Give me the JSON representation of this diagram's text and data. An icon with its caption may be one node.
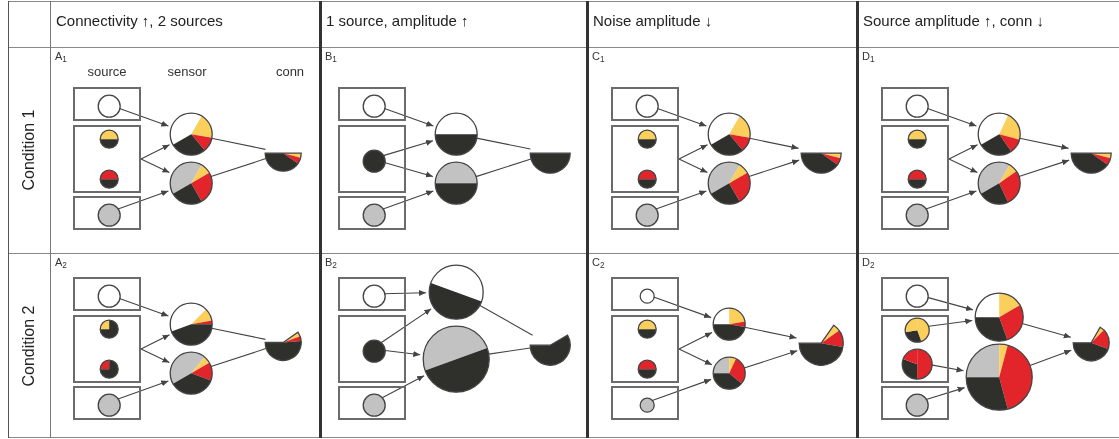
{
  "diagram": {
    "nodes": [
      {
        "text": [
          "A$_{1}$"
        ]
      },
      {
        "text": [],
        "shape": "box",
        "in": 0
      },
      {
        "text": [],
        "shape": "circle",
        "in": 1
      },
      {
        "text": [],
        "shape": "box",
        "in": 0
      },
      {
        "text": [],
        "shape": "circle",
        "in": 3
      },
      {
        "text": [],
        "shape": "circle",
        "in": 3
      },
      {
        "text": [],
        "shape": "box",
        "in": 0
      },
      {
        "text": [],
        "shape": "circle",
        "in": 6
      },
      {
        "text": [],
        "shape": "circle",
        "in": 0
      },
      {
        "text": [],
        "shape": "circle",
        "in": 0
      },
      {
        "text": [],
        "shape": "semicircle",
        "in": 0
      },
      {
        "text": [
          "B$_{1}$"
        ]
      },
      {
        "text": [],
        "shape": "box",
        "in": 11
      },
      {
        "text": [],
        "shape": "circle",
        "in": 12
      },
      {
        "text": [],
        "shape": "box",
        "in": 11
      },
      {
        "text": [],
        "shape": "circle",
        "in": 14
      },
      {
        "text": [],
        "shape": "box",
        "in": 11
      },
      {
        "text": [],
        "shape": "circle",
        "in": 16
      },
      {
        "text": [],
        "shape": "circle",
        "in": 11
      },
      {
        "text": [],
        "shape": "circle",
        "in": 11
      },
      {
        "text": [],
        "shape": "semicircle",
        "in": 11
      },
      {
        "text": [
          "C$_{1}$"
        ]
      },
      {
        "text": [],
        "shape": "box",
        "in": 21
      },
      {
        "text": [],
        "shape": "circle",
        "in": 22
      },
      {
        "text": [],
        "shape": "box",
        "in": 21
      },
      {
        "text": [],
        "shape": "circle",
        "in": 24
      },
      {
        "text": [],
        "shape": "circle",
        "in": 24
      },
      {
        "text": [],
        "shape": "box",
        "in": 21
      },
      {
        "text": [],
        "shape": "circle",
        "in": 27
      },
      {
        "text": [],
        "shape": "circle",
        "in": 21
      },
      {
        "text": [],
        "shape": "circle",
        "in": 21
      },
      {
        "text": [],
        "shape": "semicircle",
        "in": 21
      },
      {
        "text": [
          "D$_{1}$"
        ]
      },
      {
        "text": [],
        "shape": "box",
        "in": 32
      },
      {
        "text": [],
        "shape": "circle",
        "in": 33
      },
      {
        "text": [],
        "shape": "box",
        "in": 32
      },
      {
        "text": [],
        "shape": "circle",
        "in": 35
      },
      {
        "text": [],
        "shape": "circle",
        "in": 35
      },
      {
        "text": [],
        "shape": "box",
        "in": 32
      },
      {
        "text": [],
        "shape": "circle",
        "in": 38
      },
      {
        "text": [],
        "shape": "circle",
        "in": 32
      },
      {
        "text": [],
        "shape": "circle",
        "in": 32
      },
      {
        "text": [],
        "shape": "semicircle",
        "in": 32
      },
      {
        "text": [
          "A$_{2}$"
        ]
      },
      {
        "text": [],
        "shape": "box",
        "in": 43
      },
      {
        "text": [],
        "shape": "circle",
        "in": 44
      },
      {
        "text": [],
        "shape": "box",
        "in": 43
      },
      {
        "text": [],
        "shape": "circle",
        "in": 46
      },
      {
        "text": [],
        "shape": "circle",
        "in": 46
      },
      {
        "text": [],
        "shape": "box",
        "in": 43
      },
      {
        "text": [],
        "shape": "circle",
        "in": 49
      },
      {
        "text": [],
        "shape": "circle",
        "in": 43
      },
      {
        "text": [],
        "shape": "circle",
        "in": 43
      },
      {
        "text": [],
        "shape": "semicircle",
        "in": 43
      },
      {
        "text": [
          "B$_{2}$"
        ]
      },
      {
        "text": [],
        "shape": "box",
        "in": 54
      },
      {
        "text": [],
        "shape": "circle",
        "in": 55
      },
      {
        "text": [],
        "shape": "box",
        "in": 54
      },
      {
        "text": [],
        "shape": "circle",
        "in": 57
      },
      {
        "text": [],
        "shape": "box",
        "in": 54
      },
      {
        "text": [],
        "shape": "circle",
        "in": 59
      },
      {
        "text": [],
        "shape": "circle",
        "in": 54
      },
      {
        "text": [],
        "shape": "circle",
        "in": 54
      },
      {
        "text": [],
        "shape": "semicircle",
        "in": 54
      },
      {
        "text": [
          "C$_{2}$"
        ]
      },
      {
        "text": [],
        "shape": "box",
        "in": 64
      },
      {
        "text": [],
        "shape": "circle",
        "in": 65
      },
      {
        "text": [],
        "shape": "box",
        "in": 64
      },
      {
        "text": [],
        "shape": "circle",
        "in": 67
      },
      {
        "text": [],
        "shape": "circle",
        "in": 67
      },
      {
        "text": [],
        "shape": "box",
        "in": 64
      },
      {
        "text": [],
        "shape": "circle",
        "in": 70
      },
      {
        "text": [],
        "shape": "circle",
        "in": 64
      },
      {
        "text": [],
        "shape": "circle",
        "in": 64
      },
      {
        "text": [],
        "shape": "semicircle",
        "in": 64
      },
      {
        "text": [
          "D$_{2}$"
        ]
      },
      {
        "text": [],
        "shape": "box",
        "in": 75
      },
      {
        "text": [],
        "shape": "circle",
        "in": 76
      },
      {
        "text": [],
        "shape": "box",
        "in": 75
      },
      {
        "text": [],
        "shape": "circle",
        "in": 78
      },
      {
        "text": [],
        "shape": "circle",
        "in": 78
      },
      {
        "text": [],
        "shape": "box",
        "in": 75
      },
      {
        "text": [],
        "shape": "circle",
        "in": 81
      },
      {
        "text": [],
        "shape": "circle",
        "in": 75
      },
      {
        "text": [],
        "shape": "circle",
        "in": 75
      },
      {
        "text": [],
        "shape": "semicircle",
        "in": 75
      }
    ],
    "edges": [
      {
        "from": 2,
        "to": 8,
        "arrow": "to"
      },
      {
        "from": 3,
        "to": 8,
        "arrow": "to"
      },
      {
        "from": 3,
        "to": 9,
        "arrow": "to"
      },
      {
        "from": 7,
        "to": 9,
        "arrow": "to"
      },
      {
        "from": 8,
        "to": 10,
        "arrow": "none"
      },
      {
        "from": 9,
        "to": 10,
        "arrow": "none"
      },
      {
        "from": 13,
        "to": 18,
        "arrow": "to"
      },
      {
        "from": 15,
        "to": 18,
        "arrow": "to"
      },
      {
        "from": 15,
        "to": 19,
        "arrow": "to"
      },
      {
        "from": 17,
        "to": 19,
        "arrow": "to"
      },
      {
        "from": 18,
        "to": 20,
        "arrow": "none"
      },
      {
        "from": 19,
        "to": 20,
        "arrow": "none"
      },
      {
        "from": 23,
        "to": 29,
        "arrow": "to"
      },
      {
        "from": 24,
        "to": 29,
        "arrow": "to"
      },
      {
        "from": 24,
        "to": 30,
        "arrow": "to"
      },
      {
        "from": 28,
        "to": 30,
        "arrow": "to"
      },
      {
        "from": 29,
        "to": 31,
        "arrow": "to"
      },
      {
        "from": 30,
        "to": 31,
        "arrow": "to"
      },
      {
        "from": 34,
        "to": 40,
        "arrow": "to"
      },
      {
        "from": 35,
        "to": 40,
        "arrow": "to"
      },
      {
        "from": 35,
        "to": 41,
        "arrow": "to"
      },
      {
        "from": 39,
        "to": 41,
        "arrow": "to"
      },
      {
        "from": 40,
        "to": 42,
        "arrow": "to"
      },
      {
        "from": 41,
        "to": 42,
        "arrow": "to"
      },
      {
        "from": 45,
        "to": 51,
        "arrow": "to"
      },
      {
        "from": 46,
        "to": 51,
        "arrow": "to"
      },
      {
        "from": 46,
        "to": 52,
        "arrow": "to"
      },
      {
        "from": 50,
        "to": 52,
        "arrow": "to"
      },
      {
        "from": 51,
        "to": 53,
        "arrow": "none"
      },
      {
        "from": 52,
        "to": 53,
        "arrow": "none"
      },
      {
        "from": 56,
        "to": 61,
        "arrow": "to"
      },
      {
        "from": 58,
        "to": 61,
        "arrow": "to"
      },
      {
        "from": 58,
        "to": 62,
        "arrow": "to"
      },
      {
        "from": 60,
        "to": 62,
        "arrow": "to"
      },
      {
        "from": 61,
        "to": 63,
        "arrow": "none"
      },
      {
        "from": 62,
        "to": 63,
        "arrow": "none"
      },
      {
        "from": 66,
        "to": 72,
        "arrow": "to"
      },
      {
        "from": 67,
        "to": 72,
        "arrow": "to"
      },
      {
        "from": 67,
        "to": 73,
        "arrow": "to"
      },
      {
        "from": 71,
        "to": 73,
        "arrow": "to"
      },
      {
        "from": 72,
        "to": 74,
        "arrow": "to"
      },
      {
        "from": 73,
        "to": 74,
        "arrow": "to"
      },
      {
        "from": 77,
        "to": 83,
        "arrow": "to"
      },
      {
        "from": 79,
        "to": 83,
        "arrow": "to"
      },
      {
        "from": 80,
        "to": 84,
        "arrow": "to"
      },
      {
        "from": 82,
        "to": 84,
        "arrow": "to"
      },
      {
        "from": 83,
        "to": 85,
        "arrow": "to"
      },
      {
        "from": 84,
        "to": 85,
        "arrow": "to"
      }
    ],
    "labels": [
      "Connectivity ↑, 2 sources",
      "1 source, amplitude ↑",
      "Noise amplitude ↓",
      "Source amplitude ↑, conn ↓",
      "Condition 1",
      "source",
      "sensor",
      "conn",
      "Condition 2"
    ]
  }
}
